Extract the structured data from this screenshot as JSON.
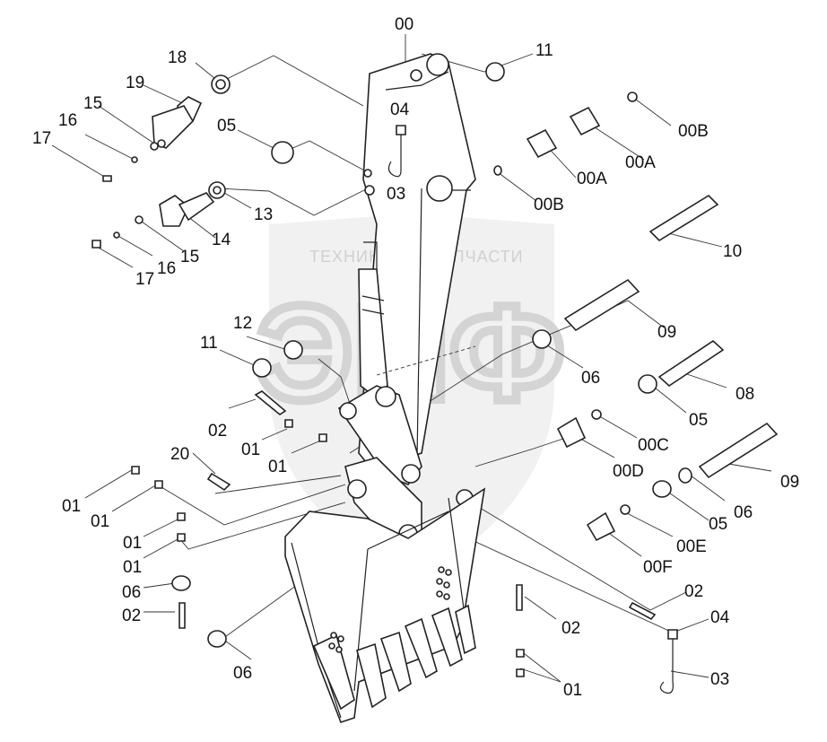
{
  "watermark": {
    "left_text": "ТЕХНИКА",
    "right_text": "ЗАПЧАСТИ",
    "logo_text": "ЭПФ",
    "gear_icon": "gear-icon"
  },
  "callouts": [
    {
      "id": "c-00",
      "text": "00"
    },
    {
      "id": "c-11a",
      "text": "11"
    },
    {
      "id": "c-18",
      "text": "18"
    },
    {
      "id": "c-19",
      "text": "19"
    },
    {
      "id": "c-15a",
      "text": "15"
    },
    {
      "id": "c-16a",
      "text": "16"
    },
    {
      "id": "c-17a",
      "text": "17"
    },
    {
      "id": "c-05a",
      "text": "05"
    },
    {
      "id": "c-04a",
      "text": "04"
    },
    {
      "id": "c-03a",
      "text": "03"
    },
    {
      "id": "c-13",
      "text": "13"
    },
    {
      "id": "c-14",
      "text": "14"
    },
    {
      "id": "c-15b",
      "text": "15"
    },
    {
      "id": "c-16b",
      "text": "16"
    },
    {
      "id": "c-17b",
      "text": "17"
    },
    {
      "id": "c-00B1",
      "text": "00B"
    },
    {
      "id": "c-00A1",
      "text": "00A"
    },
    {
      "id": "c-00A2",
      "text": "00A"
    },
    {
      "id": "c-00B2",
      "text": "00B"
    },
    {
      "id": "c-10",
      "text": "10"
    },
    {
      "id": "c-09a",
      "text": "09"
    },
    {
      "id": "c-12",
      "text": "12"
    },
    {
      "id": "c-11b",
      "text": "11"
    },
    {
      "id": "c-06a",
      "text": "06"
    },
    {
      "id": "c-08",
      "text": "08"
    },
    {
      "id": "c-05b",
      "text": "05"
    },
    {
      "id": "c-00C",
      "text": "00C"
    },
    {
      "id": "c-02a",
      "text": "02"
    },
    {
      "id": "c-01a",
      "text": "01"
    },
    {
      "id": "c-01b",
      "text": "01"
    },
    {
      "id": "c-20",
      "text": "20"
    },
    {
      "id": "c-00D",
      "text": "00D"
    },
    {
      "id": "c-09b",
      "text": "09"
    },
    {
      "id": "c-06b",
      "text": "06"
    },
    {
      "id": "c-05c",
      "text": "05"
    },
    {
      "id": "c-01c",
      "text": "01"
    },
    {
      "id": "c-01d",
      "text": "01"
    },
    {
      "id": "c-01e",
      "text": "01"
    },
    {
      "id": "c-01f",
      "text": "01"
    },
    {
      "id": "c-00E",
      "text": "00E"
    },
    {
      "id": "c-00F",
      "text": "00F"
    },
    {
      "id": "c-06c",
      "text": "06"
    },
    {
      "id": "c-02b",
      "text": "02"
    },
    {
      "id": "c-02c",
      "text": "02"
    },
    {
      "id": "c-04b",
      "text": "04"
    },
    {
      "id": "c-02d",
      "text": "02"
    },
    {
      "id": "c-06d",
      "text": "06"
    },
    {
      "id": "c-03b",
      "text": "03"
    },
    {
      "id": "c-01g",
      "text": "01"
    }
  ]
}
